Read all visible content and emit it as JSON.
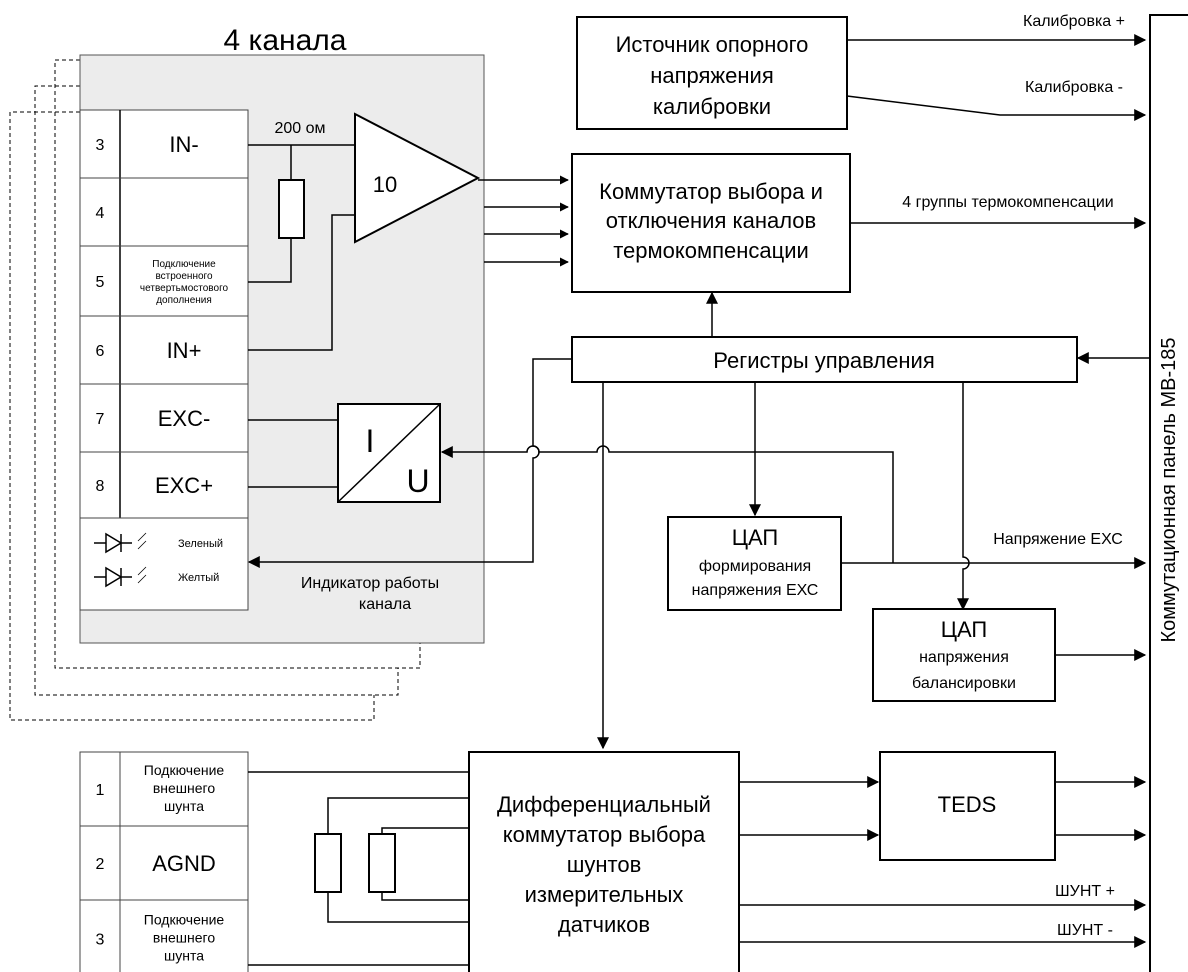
{
  "title": "4 канала",
  "right_panel_label": "Коммутационная панель МВ-185",
  "blocks": {
    "ref_source": [
      "Источник опорного",
      "напряжения",
      "калибровки"
    ],
    "switch": [
      "Коммутатор выбора и",
      "отключения каналов",
      "термокомпенсации"
    ],
    "registers": "Регистры управления",
    "dac_exc_title": "ЦАП",
    "dac_exc_sub": [
      "формирования",
      "напряжения ЕХС"
    ],
    "dac_bal_title": "ЦАП",
    "dac_bal_sub": [
      "напряжения",
      "балансировки"
    ],
    "diff_switch": [
      "Дифференциальный",
      "коммутатор выбора",
      "шунтов",
      "измерительных",
      "датчиков"
    ],
    "teds": "TEDS",
    "iu_top": "I",
    "iu_bottom": "U",
    "amp_gain": "10"
  },
  "signals": {
    "cal_plus": "Калибровка +",
    "cal_minus": "Калибровка -",
    "thermo_groups": "4 группы термокомпенсации",
    "exc_voltage": "Напряжение ЕХС",
    "shunt_plus": "ШУНТ +",
    "shunt_minus": "ШУНТ -",
    "resistor": "200 ом",
    "indicator": [
      "Индикатор работы",
      "канала"
    ]
  },
  "channel_terminals": [
    {
      "num": "3",
      "label": [
        "IN-"
      ]
    },
    {
      "num": "4",
      "label": [
        ""
      ]
    },
    {
      "num": "5",
      "label": [
        "Подключение",
        "встроенного",
        "четвертьмостового",
        "дополнения"
      ]
    },
    {
      "num": "6",
      "label": [
        "IN+"
      ]
    },
    {
      "num": "7",
      "label": [
        "EXC-"
      ]
    },
    {
      "num": "8",
      "label": [
        "EXC+"
      ]
    }
  ],
  "leds": [
    {
      "label": "Зеленый"
    },
    {
      "label": "Желтый"
    }
  ],
  "shunt_terminals": [
    {
      "num": "1",
      "label": [
        "Подкючение",
        "внешнего",
        "шунта"
      ]
    },
    {
      "num": "2",
      "label": [
        "AGND"
      ]
    },
    {
      "num": "3",
      "label": [
        "Подкючение",
        "внешнего",
        "шунта"
      ]
    }
  ]
}
